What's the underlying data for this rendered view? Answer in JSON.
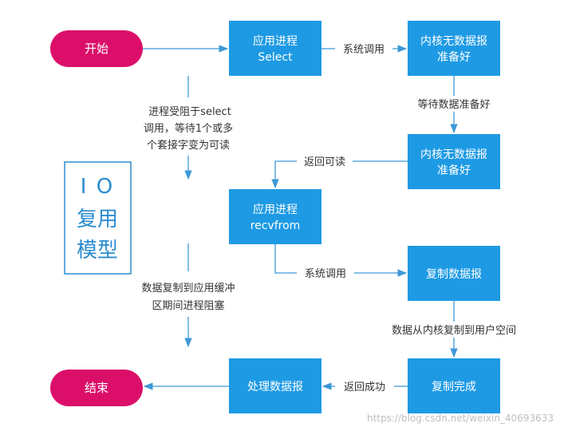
{
  "colors": {
    "process_box": "#1e9ae4",
    "terminal": "#db0f6a",
    "arrow": "#3d98d6",
    "box_text": "#ffffff",
    "label_text": "#333333",
    "title_border": "#2b8dd0",
    "title_text": "#2b8dd0",
    "watermark": "#b8b8b8"
  },
  "terminals": {
    "start": "开始",
    "end": "结束"
  },
  "boxes": {
    "app_select": [
      "应用进程",
      "Select"
    ],
    "kernel_no_data_1": [
      "内核无数据报",
      "准备好"
    ],
    "kernel_no_data_2": [
      "内核无数据报",
      "准备好"
    ],
    "app_recvfrom": [
      "应用进程",
      "recvfrom"
    ],
    "copy_datagram": [
      "复制数据报"
    ],
    "copy_done": [
      "复制完成"
    ],
    "process_datagram": [
      "处理数据报"
    ]
  },
  "labels": {
    "syscall_1": "系统调用",
    "wait_data": "等待数据准备好",
    "return_readable": "返回可读",
    "syscall_2": "系统调用",
    "copy_kernel_user": "数据从内核复制到用户空间",
    "return_success": "返回成功"
  },
  "notes": {
    "blocked": [
      "进程受阻于select",
      "调用，等待1个或多",
      "个套接字变为可读"
    ],
    "copying": [
      "数据复制到应用缓冲",
      "区期间进程阻塞"
    ]
  },
  "title": {
    "line1": "I O",
    "line2": "复用",
    "line3": "模型"
  },
  "watermark": "https://blog.csdn.net/weixin_40693633"
}
